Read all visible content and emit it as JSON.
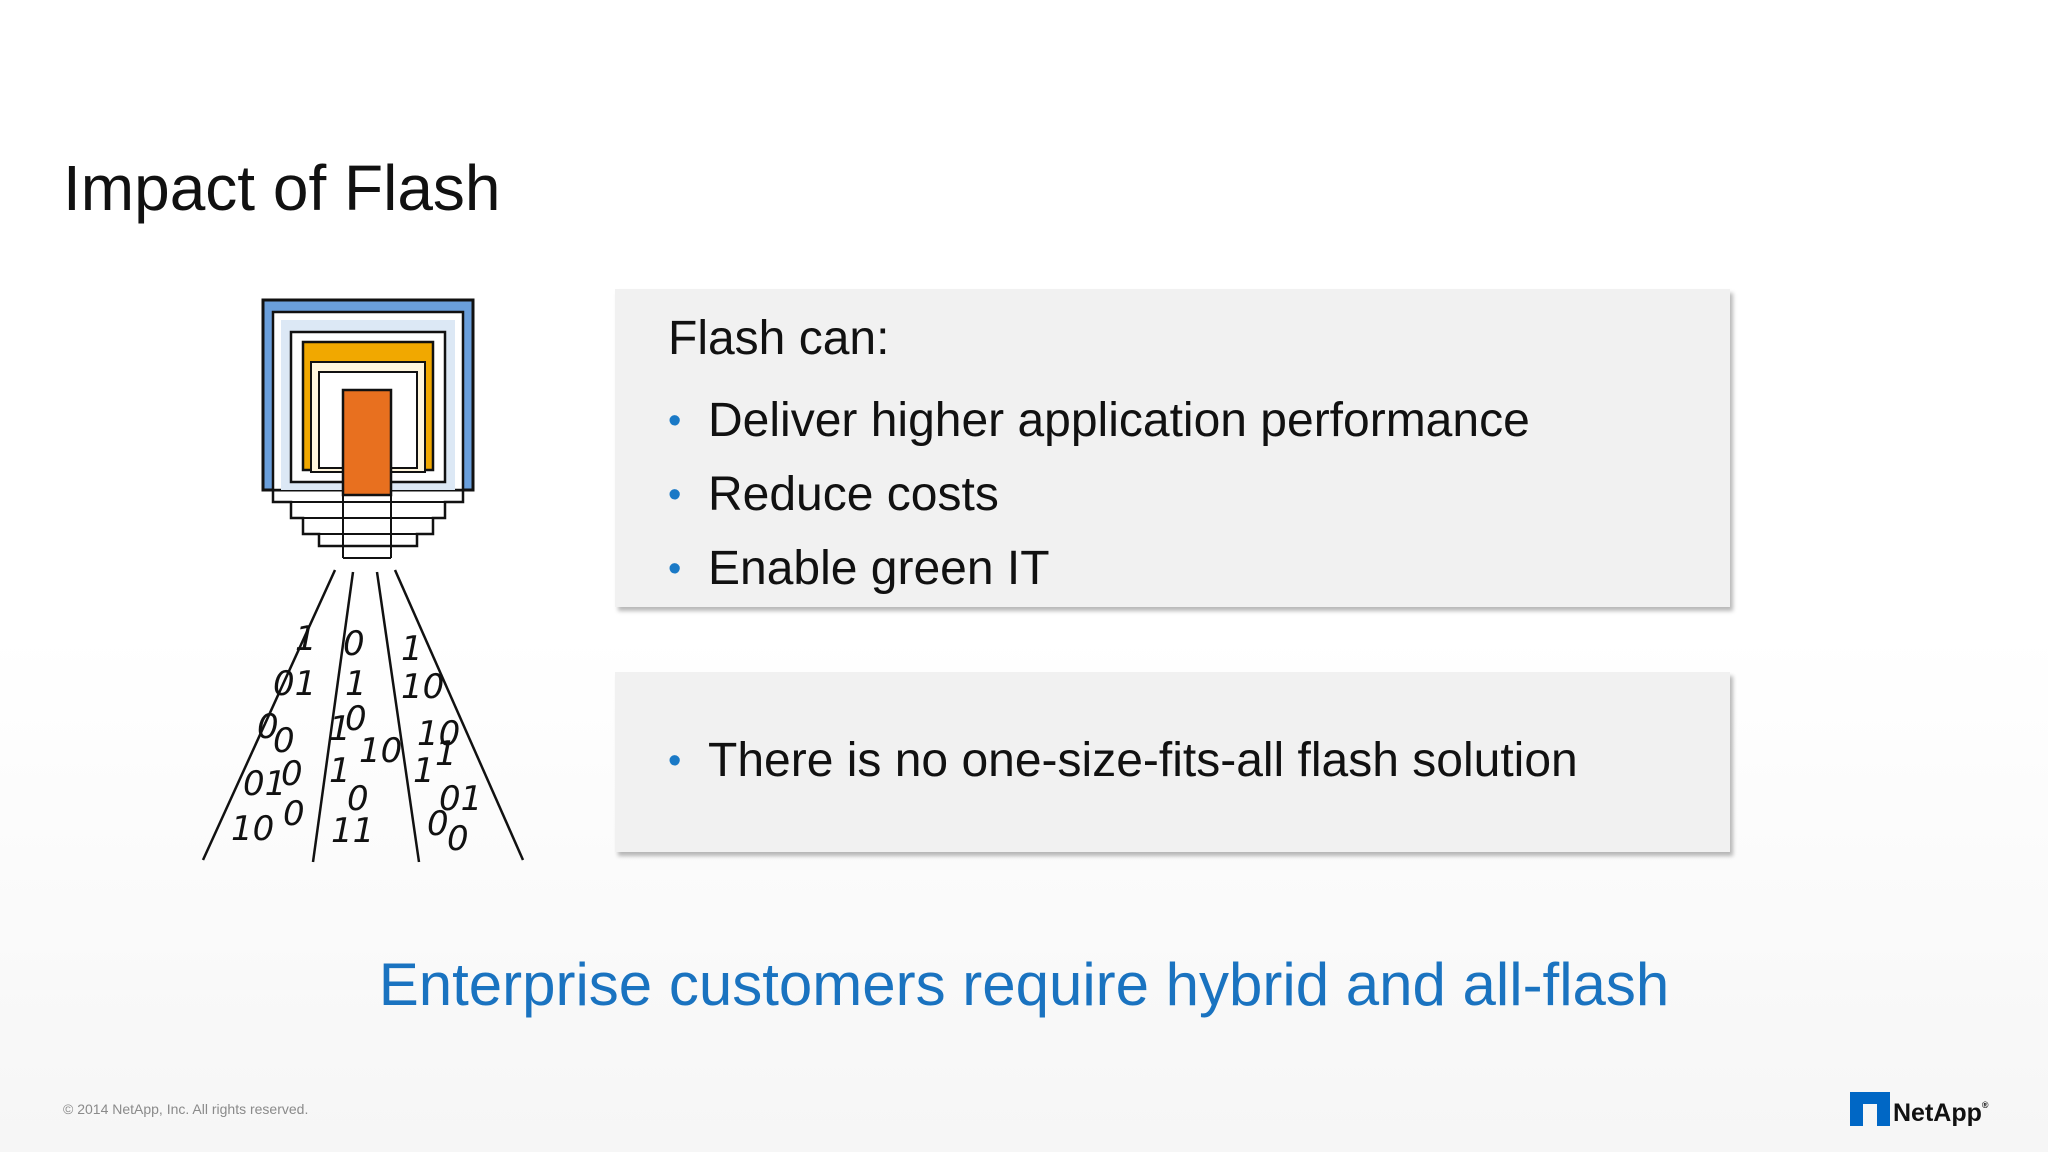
{
  "slide": {
    "title": "Impact of Flash",
    "tagline": "Enterprise customers require hybrid and all-flash",
    "copyright": "© 2014 NetApp, Inc. All rights reserved."
  },
  "card1": {
    "heading": "Flash can:",
    "bullets": [
      "Deliver higher application performance",
      "Reduce costs",
      "Enable green IT"
    ]
  },
  "card2": {
    "bullets": [
      "There is no one-size-fits-all flash solution"
    ]
  },
  "logo": {
    "text": "NetApp",
    "registered": "®"
  },
  "illustration": {
    "icon": "flash-storage-data-stream-illustration",
    "colors": {
      "blue": "#6a9fdc",
      "yellow": "#f1a800",
      "orange": "#e8701f",
      "line": "#111111"
    }
  },
  "colors": {
    "accent": "#1a73c0",
    "bullet": "#1a79c6",
    "card_bg": "#f1f1f1",
    "logo_blue": "#0067c5"
  }
}
